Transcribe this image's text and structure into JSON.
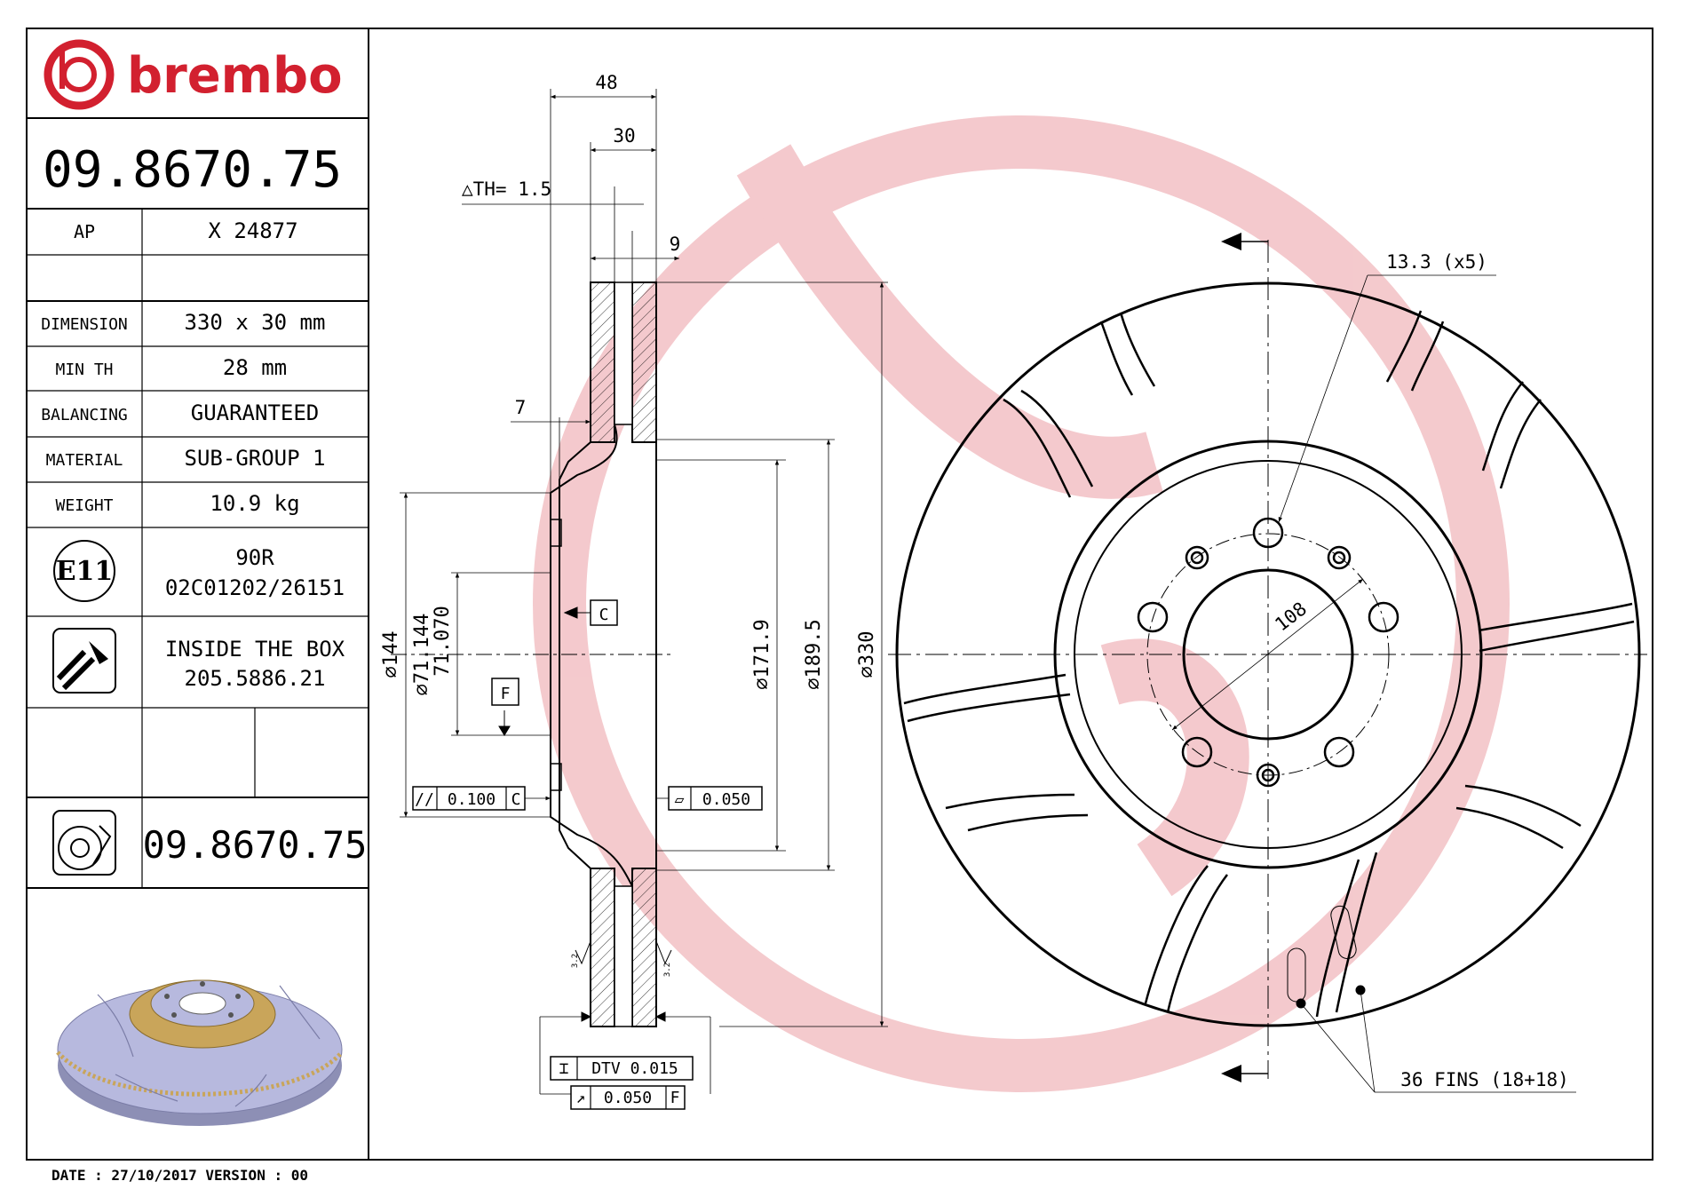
{
  "brand": {
    "name": "brembo",
    "logo_color": "#d2202f"
  },
  "part_number": "09.8670.75",
  "spec_table": {
    "ap_label": "AP",
    "ap_value": "X 24877",
    "rows": [
      {
        "label": "DIMENSION",
        "value": "330 x 30 mm"
      },
      {
        "label": "MIN TH",
        "value": "28 mm"
      },
      {
        "label": "BALANCING",
        "value": "GUARANTEED"
      },
      {
        "label": "MATERIAL",
        "value": "SUB-GROUP 1"
      },
      {
        "label": "WEIGHT",
        "value": "10.9 kg"
      }
    ],
    "approval": {
      "mark": "E11",
      "line1": "90R",
      "line2": "02C01202/26151"
    },
    "inside_box": {
      "line1": "INSIDE THE BOX",
      "line2": "205.5886.21"
    },
    "bottom_part_number": "09.8670.75"
  },
  "footer": "DATE : 27/10/2017 VERSION : 00",
  "section_view": {
    "dim_48": "48",
    "dim_30": "30",
    "dim_th": "△TH= 1.5",
    "dim_9": "9",
    "dim_7": "7",
    "dia_144": "⌀144",
    "dia_71": "⌀71.144",
    "dia_71b": "71.070",
    "dia_1719": "⌀171.9",
    "dia_1895": "⌀189.5",
    "dia_330": "⌀330",
    "datum_c": "C",
    "datum_f": "F",
    "tol_parallel_value": "0.100",
    "tol_parallel_ref": "C",
    "tol_flat_value": "0.050",
    "tol_dtv": "DTV 0.015",
    "tol_runout_value": "0.050",
    "tol_runout_ref": "F",
    "roughness": "3.2"
  },
  "front_view": {
    "holes": "13.3 (x5)",
    "pcd": "108",
    "fins": "36 FINS (18+18)"
  },
  "colors": {
    "line": "#000000",
    "watermark": "#f3c4c8",
    "disc_3d": "#b7b9de",
    "hat_3d": "#c9a55a"
  }
}
